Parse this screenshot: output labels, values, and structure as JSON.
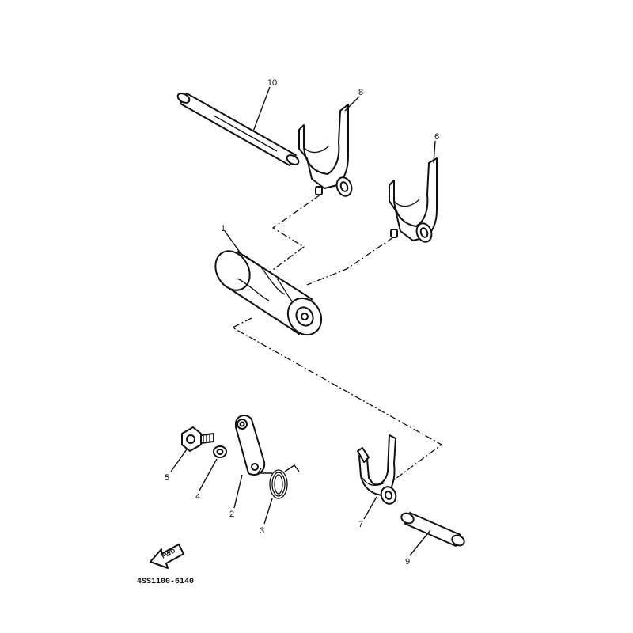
{
  "callouts": [
    {
      "id": "1",
      "label": "1"
    },
    {
      "id": "2",
      "label": "2"
    },
    {
      "id": "3",
      "label": "3"
    },
    {
      "id": "4",
      "label": "4"
    },
    {
      "id": "5",
      "label": "5"
    },
    {
      "id": "6",
      "label": "6"
    },
    {
      "id": "7",
      "label": "7"
    },
    {
      "id": "8",
      "label": "8"
    },
    {
      "id": "9",
      "label": "9"
    },
    {
      "id": "10",
      "label": "10"
    }
  ],
  "fwd_label": "FWD",
  "drawing_code": "4SS1100-6140",
  "colors": {
    "ink": "#111111",
    "background": "#ffffff"
  }
}
